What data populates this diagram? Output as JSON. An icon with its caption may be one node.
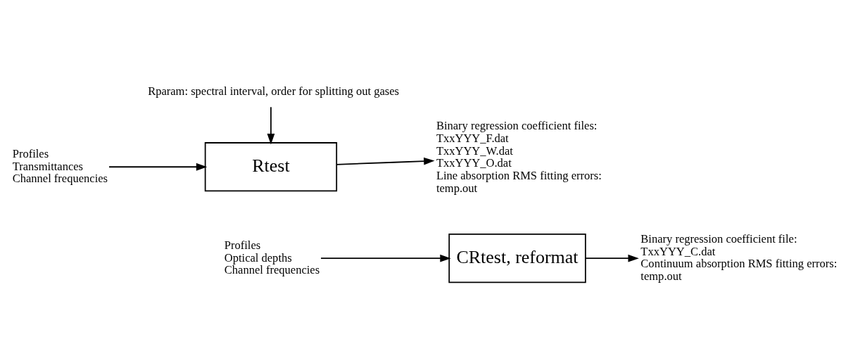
{
  "diagram": {
    "nodes": [
      {
        "text": [
          "Rparam: spectral interval, order for splitting out gases"
        ]
      },
      {
        "text": [
          "Profiles",
          "Transmittances",
          "Channel frequencies"
        ]
      },
      {
        "text": [
          "Rtest"
        ]
      },
      {
        "text": [
          "Binary regression coefficient files:",
          "TxxYYY_F.dat",
          "TxxYYY_W.dat",
          "TxxYYY_O.dat",
          "Line absorption RMS fitting errors:",
          "temp.out"
        ]
      },
      {
        "text": [
          "Profiles",
          "Optical depths",
          "Channel frequencies"
        ]
      },
      {
        "text": [
          "CRtest, reformat"
        ]
      },
      {
        "text": [
          "Binary regression coefficient file:",
          "TxxYYY_C.dat",
          "Continuum absorption RMS fitting errors:",
          "temp.out"
        ]
      }
    ],
    "edges": [
      {
        "from": 0,
        "to": 2,
        "arrow": "to"
      },
      {
        "from": 1,
        "to": 2,
        "arrow": "to"
      },
      {
        "from": 2,
        "to": 3,
        "arrow": "to"
      },
      {
        "from": 4,
        "to": 5,
        "arrow": "to"
      },
      {
        "from": 5,
        "to": 6,
        "arrow": "to"
      }
    ]
  }
}
